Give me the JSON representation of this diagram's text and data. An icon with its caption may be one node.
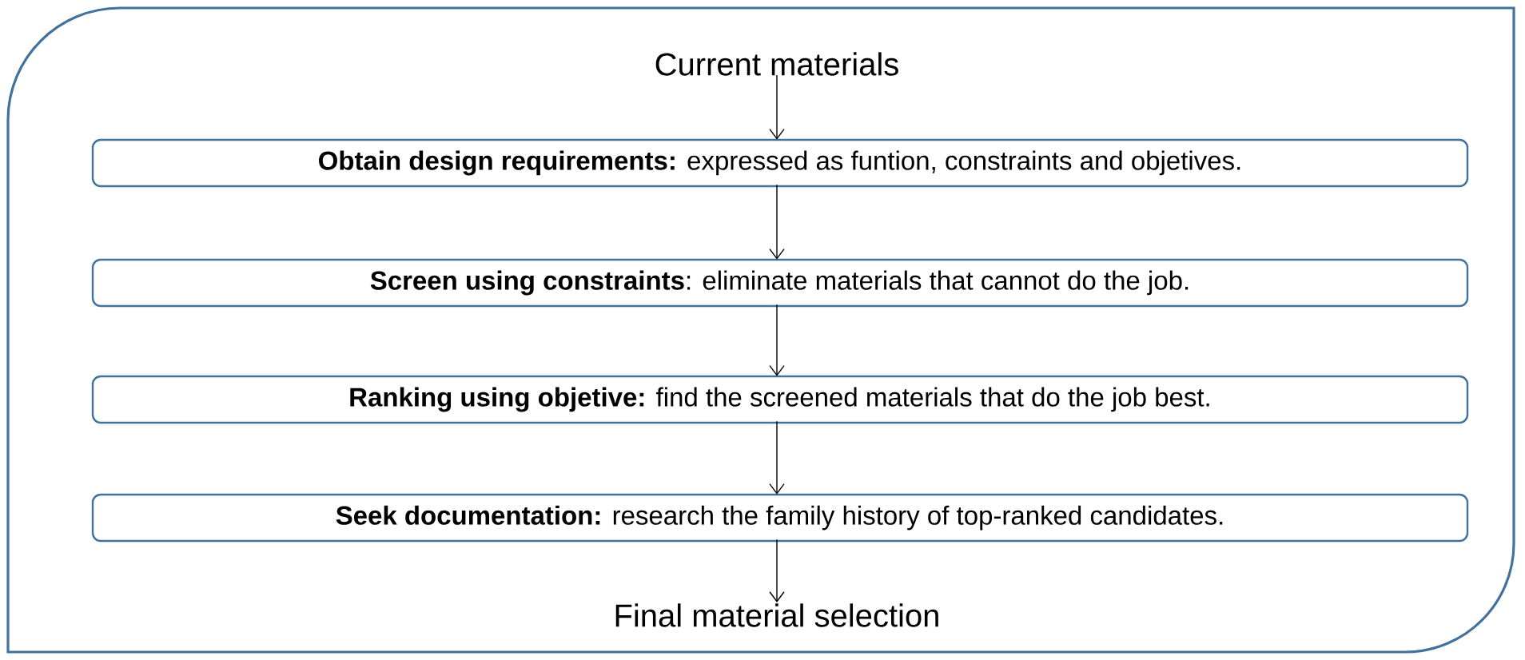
{
  "diagram": {
    "nodes": [
      {
        "text": [],
        "shape": "box"
      },
      {
        "text": [
          "Current materials"
        ],
        "in": 0
      },
      {
        "text": [
          "**Obtain design requirements:** expressed as funtion, constraints and objetives."
        ],
        "in": 0
      },
      {
        "text": [
          "**Screen using constraints**: eliminate materials that cannot do the job."
        ],
        "in": 0
      },
      {
        "text": [
          "**Ranking using objetive:** find the screened materials that do the job best."
        ],
        "in": 0
      },
      {
        "text": [
          "**Seek documentation:** research the family history of top-ranked candidates."
        ],
        "in": 0
      },
      {
        "text": [
          "Final material selection"
        ],
        "in": 0
      }
    ],
    "edges": [
      {
        "from": 1,
        "to": 2,
        "arrow": "to"
      },
      {
        "from": 2,
        "to": 3,
        "arrow": "to"
      },
      {
        "from": 3,
        "to": 4,
        "arrow": "to"
      },
      {
        "from": 4,
        "to": 5,
        "arrow": "to"
      },
      {
        "from": 5,
        "to": 6,
        "arrow": "to"
      }
    ]
  }
}
